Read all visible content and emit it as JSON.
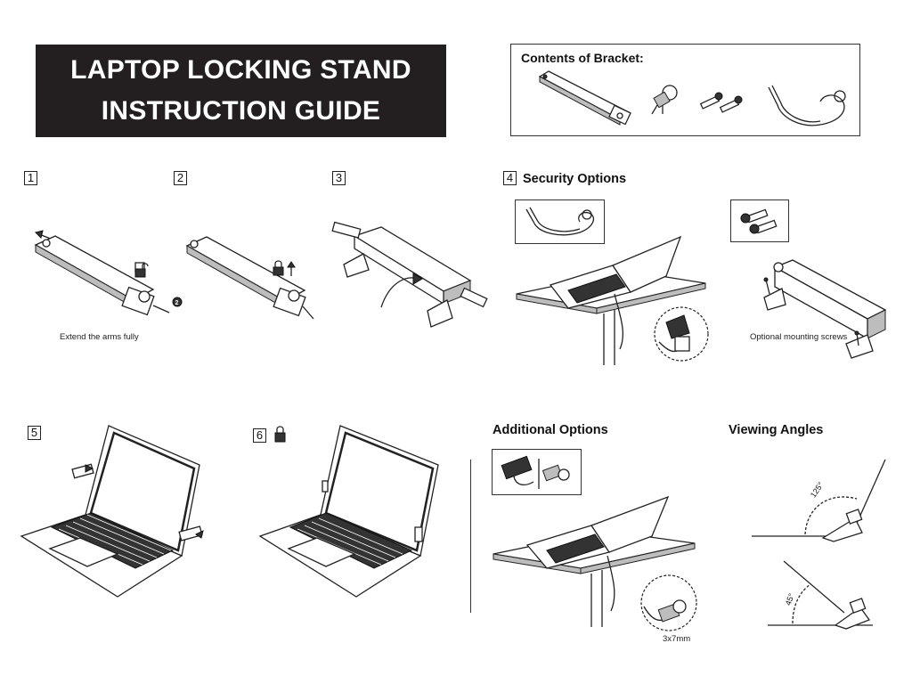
{
  "header": {
    "title_line1": "LAPTOP LOCKING STAND",
    "title_line2": "INSTRUCTION GUIDE"
  },
  "contents": {
    "title": "Contents of Bracket:"
  },
  "steps": [
    {
      "number": "1",
      "caption": "Extend the arms fully"
    },
    {
      "number": "2"
    },
    {
      "number": "3"
    },
    {
      "number": "4",
      "title": "Security Options",
      "caption": "Optional mounting screws"
    },
    {
      "number": "5"
    },
    {
      "number": "6"
    }
  ],
  "additional": {
    "title": "Additional Options",
    "caption": "3x7mm"
  },
  "viewing": {
    "title": "Viewing Angles",
    "angle_upper": "125°",
    "angle_lower": "45°"
  },
  "step_markers": {
    "two": "2"
  },
  "colors": {
    "title_bg": "#231f20",
    "title_text": "#ffffff",
    "line": "#222222"
  },
  "icons": [
    "unlock-icon",
    "lock-icon",
    "arrow-icon",
    "cable-lock-icon",
    "screw-icon",
    "key-icon"
  ]
}
